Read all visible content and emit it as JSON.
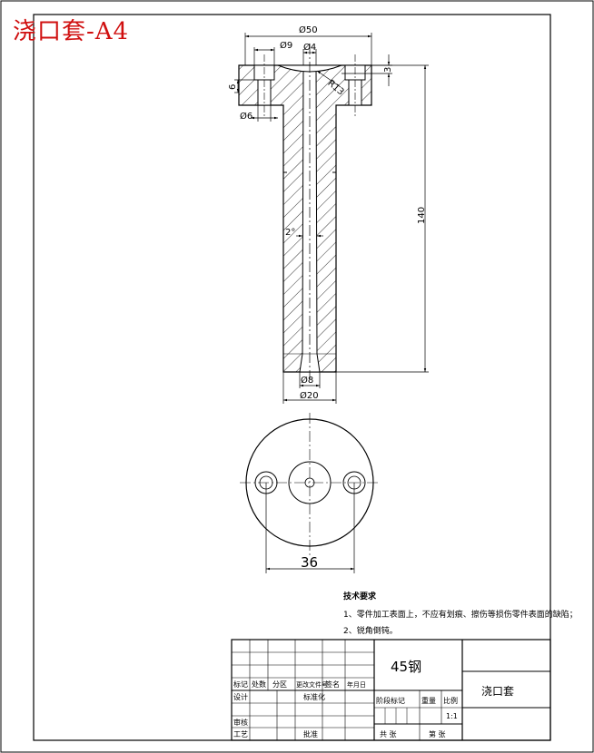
{
  "title": "浇口套-A4",
  "dimensions": {
    "d50": "Ø50",
    "d9": "Ø9",
    "d4": "Ø4",
    "r13": "R13",
    "h3": "3",
    "h6": "6",
    "d6": "Ø6",
    "len140": "140",
    "angle2": "2°",
    "d8": "Ø8",
    "d20": "Ø20",
    "dist36": "36"
  },
  "tech_requirements": {
    "heading": "技术要求",
    "line1": "1、零件加工表面上，不应有划痕、擦伤等损伤零件表面的缺陷；",
    "line2": "2、锐角倒钝。"
  },
  "title_block": {
    "material": "45钢",
    "part_name": "浇口套",
    "labels": {
      "mark": "标记",
      "count": "处数",
      "zone": "分区",
      "change_doc": "更改文件号",
      "sign": "签名",
      "date": "年月日",
      "design": "设计",
      "standardize": "标准化",
      "review": "审核",
      "process": "工艺",
      "approve": "批准",
      "stage_mark": "阶段标记",
      "weight": "重量",
      "scale": "比例",
      "scale_value": "1:1",
      "total": "共 张",
      "sheet": "第 张"
    }
  }
}
